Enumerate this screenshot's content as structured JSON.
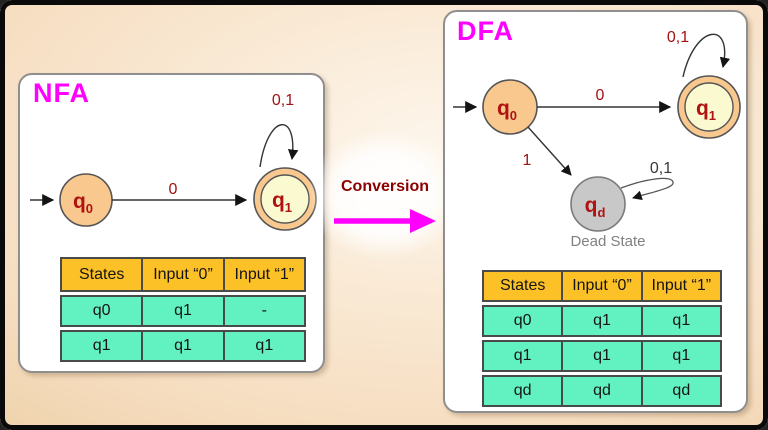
{
  "colors": {
    "title_magenta": "#ff00ff",
    "state_label_red": "#b01212",
    "edge_label_red": "#a31212",
    "conversion_red": "#8b0000",
    "conversion_arrow": "#ff00ff",
    "state_fill_orange": "#f8c88e",
    "accept_inner_yellow": "#fbf9cf",
    "dead_state_gray": "#c8c8c8",
    "table_header_orange": "#fdc128",
    "table_cell_turquoise": "#62f1c0",
    "background_peach": "#f6ddc0"
  },
  "nfa": {
    "title": "NFA",
    "states": {
      "q0": {
        "main": "q",
        "sub": "0"
      },
      "q1": {
        "main": "q",
        "sub": "1"
      }
    },
    "edges": {
      "q0_q1": "0",
      "q1_loop": "0,1"
    },
    "table": {
      "headers": [
        "States",
        "Input “0”",
        "Input “1”"
      ],
      "rows": [
        [
          "q0",
          "q1",
          "-"
        ],
        [
          "q1",
          "q1",
          "q1"
        ]
      ]
    }
  },
  "conversion": {
    "label": "Conversion"
  },
  "dfa": {
    "title": "DFA",
    "states": {
      "q0": {
        "main": "q",
        "sub": "0"
      },
      "q1": {
        "main": "q",
        "sub": "1"
      },
      "qd": {
        "main": "q",
        "sub": "d"
      }
    },
    "edges": {
      "q0_q1": "0",
      "q0_qd": "1",
      "q1_loop": "0,1",
      "qd_loop": "0,1"
    },
    "dead_state_label": "Dead State",
    "table": {
      "headers": [
        "States",
        "Input “0”",
        "Input “1”"
      ],
      "rows": [
        [
          "q0",
          "q1",
          "q1"
        ],
        [
          "q1",
          "q1",
          "q1"
        ],
        [
          "qd",
          "qd",
          "qd"
        ]
      ]
    }
  }
}
